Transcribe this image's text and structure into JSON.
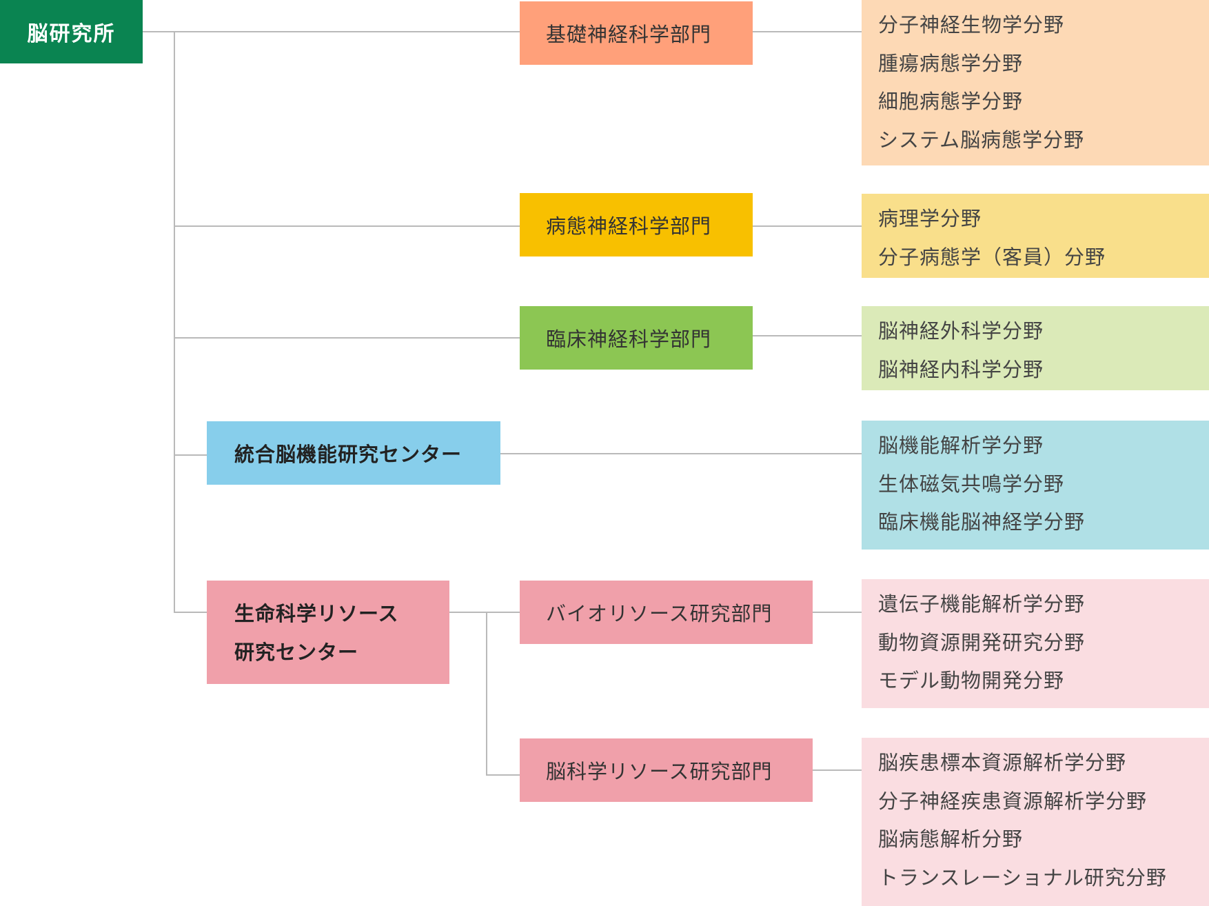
{
  "root": {
    "label": "脳研究所",
    "color": "#0a8451"
  },
  "departments": [
    {
      "label": "基礎神経科学部門",
      "color": "#ffa07a",
      "fields": [
        "分子神経生物学分野",
        "腫瘍病態学分野",
        "細胞病態学分野",
        "システム脳病態学分野"
      ],
      "fields_color": "#fdd9b5"
    },
    {
      "label": "病態神経科学部門",
      "color": "#f8c000",
      "fields": [
        "病理学分野",
        "分子病態学（客員）分野"
      ],
      "fields_color": "#f9df8b"
    },
    {
      "label": "臨床神経科学部門",
      "color": "#8cc653",
      "fields": [
        "脳神経外科学分野",
        "脳神経内科学分野"
      ],
      "fields_color": "#dbeab8"
    }
  ],
  "integrated_center": {
    "label": "統合脳機能研究センター",
    "color": "#87ceeb",
    "fields": [
      "脳機能解析学分野",
      "生体磁気共鳴学分野",
      "臨床機能脳神経学分野"
    ],
    "fields_color": "#b0e0e6"
  },
  "resource_center": {
    "label_line1": "生命科学リソース",
    "label_line2": "研究センター",
    "color": "#f0a0aa",
    "departments": [
      {
        "label": "バイオリソース研究部門",
        "fields": [
          "遺伝子機能解析学分野",
          "動物資源開発研究分野",
          "モデル動物開発分野"
        ]
      },
      {
        "label": "脳科学リソース研究部門",
        "fields": [
          "脳疾患標本資源解析学分野",
          "分子神経疾患資源解析学分野",
          "脳病態解析分野",
          "トランスレーショナル研究分野"
        ]
      }
    ],
    "fields_color": "#fadde1"
  }
}
